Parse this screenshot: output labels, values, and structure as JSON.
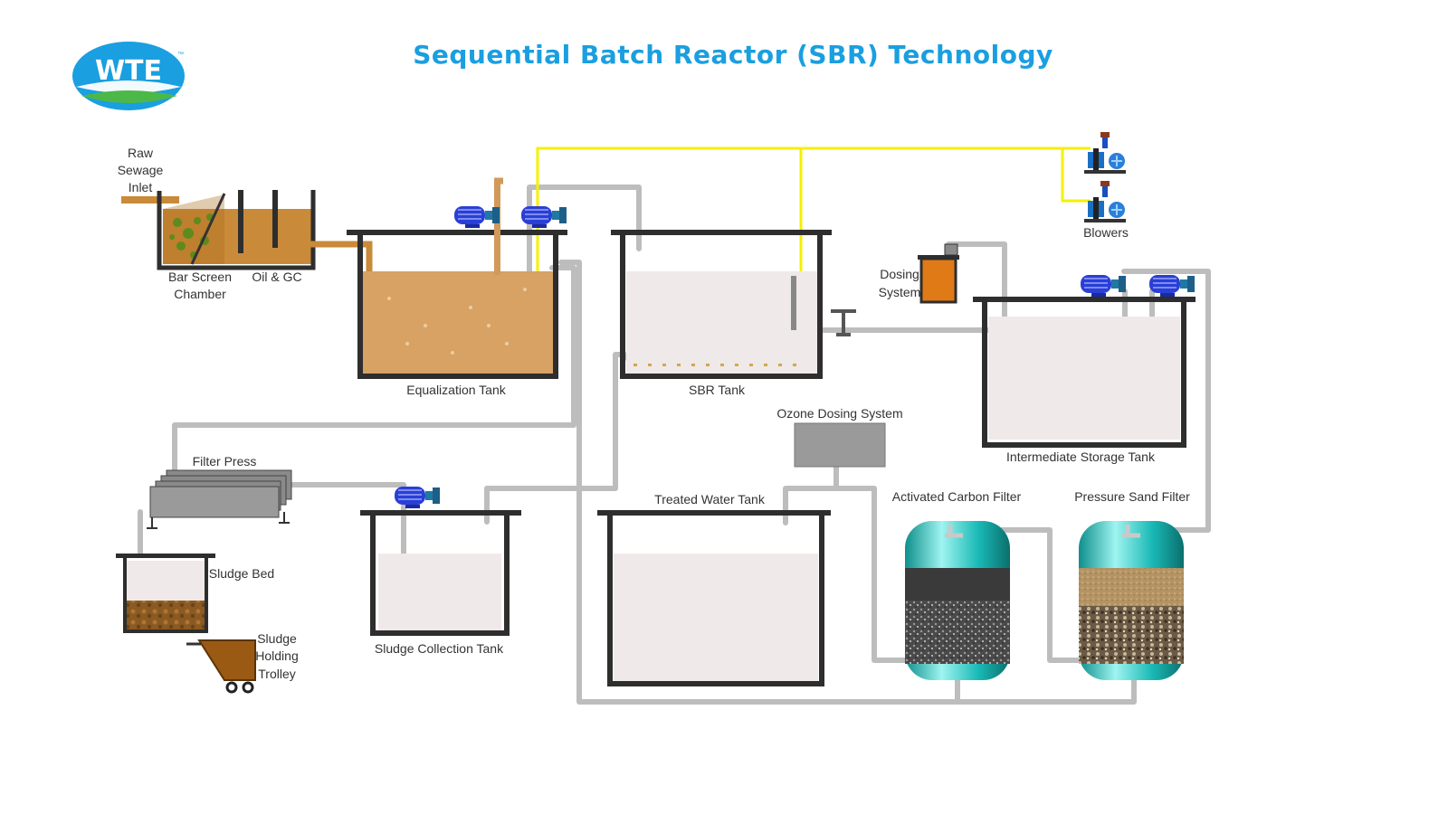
{
  "logo": {
    "text": "WTE",
    "tm": "™"
  },
  "title": "Sequential Batch Reactor (SBR) Technology",
  "labels": {
    "raw_sewage": [
      "Raw",
      "Sewage",
      "Inlet"
    ],
    "bar_screen": [
      "Bar Screen",
      "Chamber"
    ],
    "oil_gc": "Oil & GC",
    "equalization": "Equalization Tank",
    "sbr": "SBR Tank",
    "dosing": [
      "Dosing",
      "System"
    ],
    "blowers": "Blowers",
    "intermediate": "Intermediate Storage Tank",
    "ozone": "Ozone Dosing System",
    "treated": "Treated Water Tank",
    "carbon": "Activated Carbon Filter",
    "sand": "Pressure Sand Filter",
    "filter_press": "Filter Press",
    "sludge_bed": "Sludge Bed",
    "sludge_collection": "Sludge Collection Tank",
    "trolley": [
      "Sludge",
      "Holding",
      "Trolley"
    ]
  },
  "colors": {
    "title": "#1a9fe0",
    "air_line": "#f5f000",
    "pipe": "#d7d7d7",
    "tank_wall": "#2e2e2e",
    "sewage": "#cf9a5a",
    "pump": "#2a3fd6",
    "filter_teal": "#19b9b6"
  }
}
